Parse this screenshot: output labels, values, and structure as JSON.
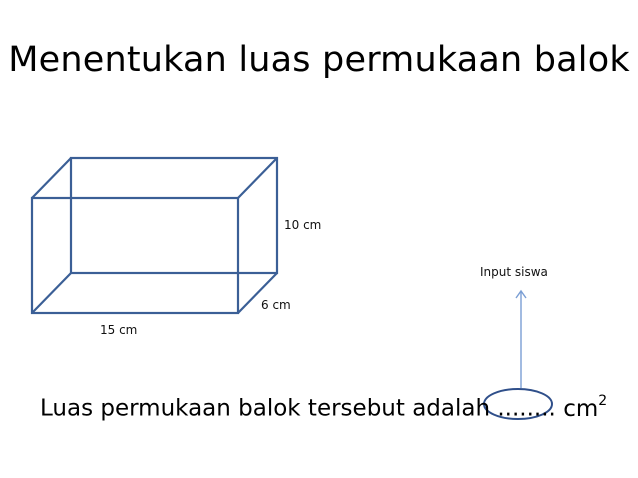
{
  "slide": {
    "title": "Menentukan luas permukaan balok"
  },
  "diagram": {
    "height_label": "10 cm",
    "depth_label": "6 cm",
    "length_label": "15 cm",
    "input_label": "Input siswa",
    "stroke_color": "#3b5f96",
    "arrow_color": "#7a9ed4",
    "ellipse_color": "#2f4f8a"
  },
  "question": {
    "text": "Luas permukaan balok tersebut adalah",
    "blank": "........",
    "unit": "cm",
    "unit_exponent": "2"
  }
}
